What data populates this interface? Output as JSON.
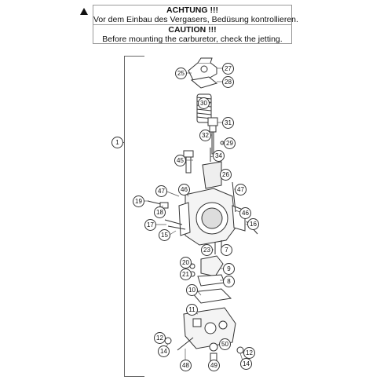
{
  "warning": {
    "title_de": "ACHTUNG !!!",
    "text_de": "Vor dem Einbau des Vergasers, Bedüsung kontrollieren.",
    "title_en": "CAUTION !!!",
    "text_en": "Before mounting the carburetor, check the jetting.",
    "icon": "warning-triangle-icon"
  },
  "callouts": [
    "1",
    "25",
    "27",
    "28",
    "30",
    "31",
    "32",
    "29",
    "34",
    "45",
    "26",
    "47",
    "46",
    "47",
    "19",
    "18",
    "46",
    "17",
    "15",
    "16",
    "23",
    "7",
    "20",
    "9",
    "21",
    "8",
    "10",
    "11",
    "12",
    "14",
    "48",
    "50",
    "49",
    "12",
    "14"
  ],
  "colors": {
    "line": "#333333",
    "fill": "#ffffff",
    "shade": "#9a9a9a"
  }
}
